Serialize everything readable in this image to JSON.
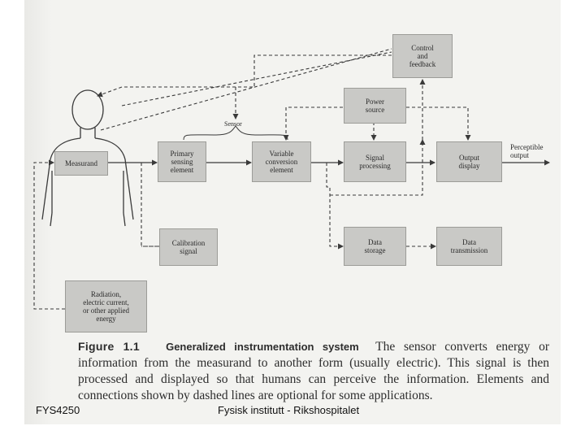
{
  "blocks": {
    "control": "Control\nand\nfeedback",
    "power": "Power\nsource",
    "measurand": "Measurand",
    "primary": "Primary\nsensing\nelement",
    "variable": "Variable\nconversion\nelement",
    "signal": "Signal\nprocessing",
    "output": "Output\ndisplay",
    "calibration": "Calibration\nsignal",
    "storage": "Data\nstorage",
    "transmission": "Data\ntransmission",
    "radiation": "Radiation,\nelectric current,\nor other applied\nenergy"
  },
  "labels": {
    "sensor": "Sensor",
    "perceptible": "Perceptible\noutput"
  },
  "caption": {
    "figure_label": "Figure 1.1",
    "figure_title": "Generalized instrumentation system",
    "text": "The sensor converts energy or information from the measurand to another form (usually electric). This signal is then processed and displayed so that humans can perceive the information. Elements and connections shown by dashed lines are optional for some applications."
  },
  "footer": {
    "course": "FYS4250",
    "institute": "Fysisk institutt - Rikshospitalet"
  },
  "colors": {
    "block_fill": "#c9c9c6",
    "line": "#3a3a3a",
    "page": "#f3f3f0"
  }
}
